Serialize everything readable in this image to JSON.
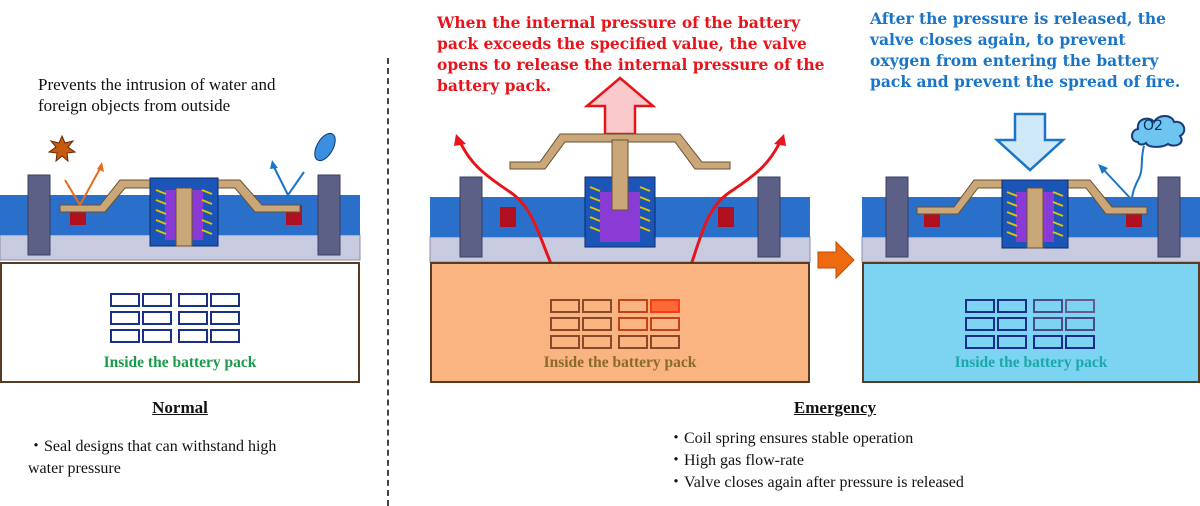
{
  "normal": {
    "caption_line1": "Prevents the intrusion of water and",
    "caption_line2": "foreign objects from outside",
    "pack_label": "Inside the battery pack",
    "heading": "Normal",
    "bullet_line1": "・Seal designs that can withstand high",
    "bullet_line2": "water pressure",
    "label_color": "#1a9a4a",
    "box_fill": "#ffffff"
  },
  "emergency_open": {
    "caption_line1": "When the internal pressure of the battery",
    "caption_line2": "pack exceeds the specified value, the valve",
    "caption_line3": "opens to release the internal pressure of the",
    "caption_line4": "battery pack.",
    "pack_label": "Inside the battery pack",
    "label_color": "#8a6a2a",
    "box_fill": "#f9b482"
  },
  "emergency_closed": {
    "caption_line1": "After the pressure is released, the",
    "caption_line2": "valve closes again, to prevent",
    "caption_line3": "oxygen from entering the battery",
    "caption_line4": "pack and prevent the spread of fire.",
    "pack_label": "Inside the battery pack",
    "oxygen_label": "O2",
    "label_color": "#1aa8a8",
    "box_fill": "#7dd3f2"
  },
  "emergency": {
    "heading": "Emergency",
    "bullets": [
      "・Coil spring ensures stable operation",
      "・High gas flow-rate",
      "・Valve closes again after pressure is released"
    ]
  },
  "icons": [
    "foreign-object-icon",
    "water-drop-icon",
    "release-arrow-icon",
    "blocked-arrow-icon",
    "oxygen-cloud-icon",
    "battery-cell-icon",
    "transition-arrow-icon"
  ]
}
